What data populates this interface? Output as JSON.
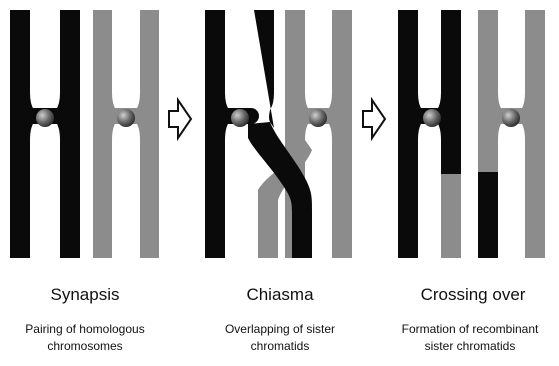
{
  "colors": {
    "black_chromosome": "#0a0a0a",
    "gray_chromosome": "#8c8c8c",
    "centromere": "#555555",
    "arrow_outline": "#111111"
  },
  "stages": [
    {
      "title": "Synapsis",
      "description": "Pairing of homologous\nchromosomes"
    },
    {
      "title": "Chiasma",
      "description": "Overlapping of sister\nchromatids"
    },
    {
      "title": "Crossing over",
      "description": "Formation of recombinant\nsister chromatids"
    }
  ],
  "arrows": [
    {
      "icon": "hollow-right-arrow-icon"
    },
    {
      "icon": "hollow-right-arrow-icon"
    }
  ]
}
